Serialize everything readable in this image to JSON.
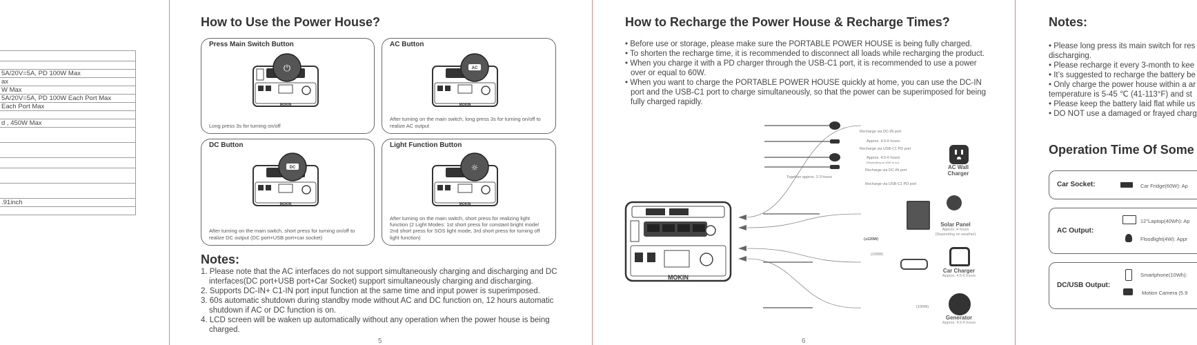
{
  "spec_rows": [
    "",
    "",
    "5A/20V=5A, PD 100W Max",
    "ax",
    "W Max",
    "5A/20V=5A, PD 100W Each Port Max",
    " Each Port Max",
    "",
    "d , 450W Max",
    "",
    "",
    "",
    "",
    "",
    ".91inch",
    ""
  ],
  "page5": {
    "title": "How to Use the Power House?",
    "cards": [
      {
        "title": "Press Main Switch Button",
        "desc": "Long press 3s for turning on/off",
        "badge": "⏻"
      },
      {
        "title": "AC Button",
        "desc": "After turning on the main switch, long press 3s for turning on/off to realize AC output",
        "badge": "AC"
      },
      {
        "title": "DC Button",
        "desc": "After turning on the main switch, short press for turning on/off to realize DC output (DC port+USB port+car socket)",
        "badge": "DC"
      },
      {
        "title": "Light Function Button",
        "desc": "After turning on the main switch, short press for realizing light function (2 Light Modes: 1st short press for constant bright mode/ 2nd short press for SOS light mode, 3rd short press for turning off light function)",
        "badge": "☼"
      }
    ],
    "brand": "MOKIN",
    "notes_title": "Notes:",
    "notes": [
      "1. Please note that the AC interfaces do not support simultaneously charging and discharging and DC interfaces(DC port+USB port+Car Socket) support simultaneously charging and discharging.",
      "2. Supports DC-IN+ C1-IN port input function at the same time and input power is superimposed.",
      "3. 60s automatic shutdown during standby mode without AC and DC function on, 12 hours automatic shutdown if AC or DC function is on.",
      "4. LCD screen will be waken up automatically without any operation when the power house is being charged."
    ],
    "page_number": "5"
  },
  "page6": {
    "title": "How to Recharge the Power House & Recharge Times?",
    "bullets": [
      "• Before use or storage, please make sure the PORTABLE POWER HOUSE is being fully charged.",
      "• To shorten the recharge time, it is recommended to disconnect all loads while recharging the product.",
      "• When you charge it with a PD charger through the USB-C1 port, it is recommended to use a power over or equal to 60W.",
      "• When you want to charge the PORTABLE POWER HOUSE quickly at home, you can use the DC-IN port and the USB-C1 port to charge simultaneously, so that the power can be superimposed for being fully charged rapidly."
    ],
    "diagram": {
      "brand": "MOKIN",
      "wall": {
        "line1": "Recharge via DC-IN port",
        "line1_time": "Approx. 4.5-6 hours",
        "line2": "Recharge via USB-C1 PD port",
        "line2_time": "Approx. 4.5-6 hours",
        "line2_note": "(Depending on 60W or so)",
        "line3": "Recharge via DC-IN port",
        "line4": "Recharge via USB-C1 PD port",
        "together": "Together approx. 2-3 hours",
        "label": "AC Wall Charger"
      },
      "solar": {
        "watt": "(≥120W)",
        "label": "Solar Panel",
        "time": "Approx. 4 hours",
        "note": "(Depending on weather)"
      },
      "car": {
        "watt": "(100W)",
        "label": "Car Charger",
        "time": "Approx. 4.5-6 hours"
      },
      "generator": {
        "watt": "(100W)",
        "label": "Generator",
        "time": "Approx. 4.5-6 hours"
      }
    },
    "page_number": "6"
  },
  "page7": {
    "notes_title": "Notes:",
    "bullets": [
      "• Please long press its main switch for res",
      "  discharging.",
      "• Please recharge it every 3-month to kee",
      "• It’s suggested to recharge the battery be",
      "• Only charge the power house within a ar",
      "  temperature is 5-45 ℃ (41-113°F) and st",
      "• Please keep the battery laid flat while us",
      "• DO NOT use a damaged or frayed charg"
    ],
    "op_title": "Operation Time Of Some",
    "op_rows": [
      {
        "label": "Car Socket:",
        "items": [
          {
            "icon": "fridge-icon",
            "text": "Car Fridge(60W): Ap"
          }
        ]
      },
      {
        "label": "AC Output:",
        "items": [
          {
            "icon": "laptop-icon",
            "text": "12\"Laptop(40Wh): Ap"
          },
          {
            "icon": "floodlight-icon",
            "text": "Floodlight(4W): Appr"
          }
        ]
      },
      {
        "label": "DC/USB Output:",
        "items": [
          {
            "icon": "smartphone-icon",
            "text": "Smartphone(10Wh): "
          },
          {
            "icon": "camera-icon",
            "text": "Motion Camera (5.9"
          }
        ]
      }
    ]
  },
  "colors": {
    "divider": "#c98a8a",
    "text": "#3a3a3a",
    "border": "#666666"
  }
}
